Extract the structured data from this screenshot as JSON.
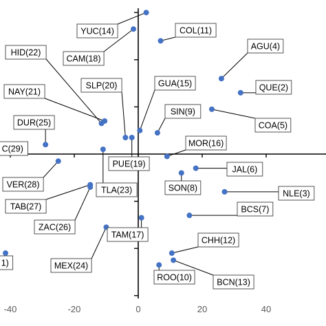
{
  "chart_data": {
    "type": "scatter",
    "title": "",
    "xlabel": "",
    "ylabel": "",
    "xlim": [
      -42,
      44
    ],
    "ylim": [
      -7,
      7
    ],
    "grid": false,
    "marker_color": "#4472C4",
    "axis_color": "#000000",
    "x_ticks": [
      {
        "value": -40,
        "label": "-40"
      },
      {
        "value": -20,
        "label": "-20"
      },
      {
        "value": 0,
        "label": "0"
      },
      {
        "value": 20,
        "label": "20"
      },
      {
        "value": 40,
        "label": "40"
      }
    ],
    "y_ticks": [
      -6,
      -4,
      -2,
      2,
      4,
      6
    ],
    "points": [
      {
        "label": "YUC(14)",
        "x": 2.5,
        "y": 6.0
      },
      {
        "label": "COL(11)",
        "x": 7.0,
        "y": 4.8
      },
      {
        "label": "CAM(18)",
        "x": -1.5,
        "y": 5.3
      },
      {
        "label": "HID(22)",
        "x": -11.5,
        "y": 1.3
      },
      {
        "label": "AGU(4)",
        "x": 26.0,
        "y": 3.2
      },
      {
        "label": "SLP(20)",
        "x": -4.0,
        "y": 0.7
      },
      {
        "label": "GUA(15)",
        "x": 0.5,
        "y": 1.0
      },
      {
        "label": "QUE(2)",
        "x": 32.0,
        "y": 2.6
      },
      {
        "label": "NAY(21)",
        "x": -10.5,
        "y": 1.4
      },
      {
        "label": "SIN(9)",
        "x": 6.0,
        "y": 0.9
      },
      {
        "label": "COA(5)",
        "x": 23.0,
        "y": 1.9
      },
      {
        "label": "DUR(25)",
        "x": -29.0,
        "y": 0.4
      },
      {
        "label": "MOR(16)",
        "x": 9.0,
        "y": -0.1
      },
      {
        "label": "PUE(19)",
        "x": -2.0,
        "y": 0.7
      },
      {
        "label": "C(29)",
        "x": -36.5,
        "y": 0.4
      },
      {
        "label": "JAL(6)",
        "x": 18.0,
        "y": -0.6
      },
      {
        "label": "SON(8)",
        "x": 13.5,
        "y": -0.8
      },
      {
        "label": "VER(28)",
        "x": -25.0,
        "y": -0.3
      },
      {
        "label": "TLA(23)",
        "x": -11.0,
        "y": 0.2
      },
      {
        "label": "TAB(27)",
        "x": -15.0,
        "y": -1.3
      },
      {
        "label": "NLE(3)",
        "x": 27.0,
        "y": -1.6
      },
      {
        "label": "BCS(7)",
        "x": 16.0,
        "y": -2.6
      },
      {
        "label": "ZAC(26)",
        "x": -15.0,
        "y": -1.4
      },
      {
        "label": "TAM(17)",
        "x": 1.0,
        "y": -2.7
      },
      {
        "label": "CHH(12)",
        "x": 10.5,
        "y": -4.2
      },
      {
        "label": "MEX(24)",
        "x": -10.0,
        "y": -3.1
      },
      {
        "label": "ROO(10)",
        "x": 6.5,
        "y": -4.7
      },
      {
        "label": "BCN(13)",
        "x": 11.0,
        "y": -4.5
      },
      {
        "label": "1)",
        "x": -41.5,
        "y": -4.2
      }
    ]
  }
}
